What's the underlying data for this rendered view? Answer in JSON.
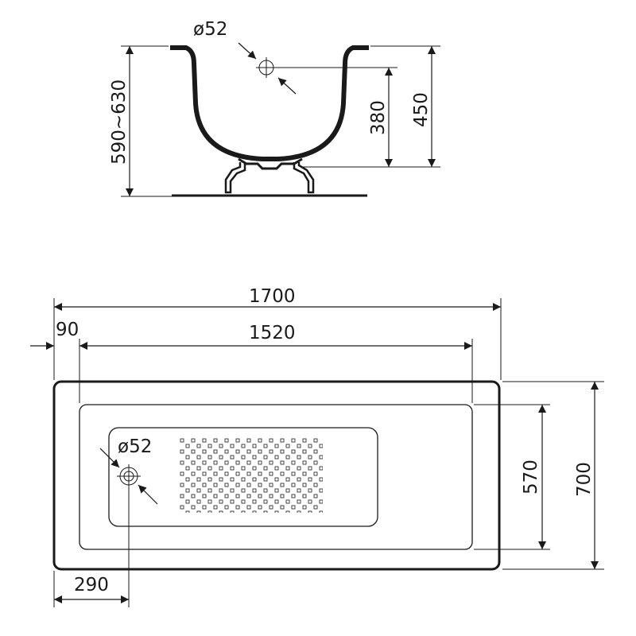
{
  "side_view": {
    "drain_diameter": "ø52",
    "total_height": "590~630",
    "depth_outer": "450",
    "depth_inner": "380"
  },
  "top_view": {
    "length_outer": "1700",
    "length_inner": "1520",
    "rim_offset": "90",
    "drain_diameter": "ø52",
    "drain_offset": "290",
    "width_inner": "570",
    "width_outer": "700"
  },
  "colors": {
    "line": "#1a1a1a",
    "background": "#ffffff"
  }
}
